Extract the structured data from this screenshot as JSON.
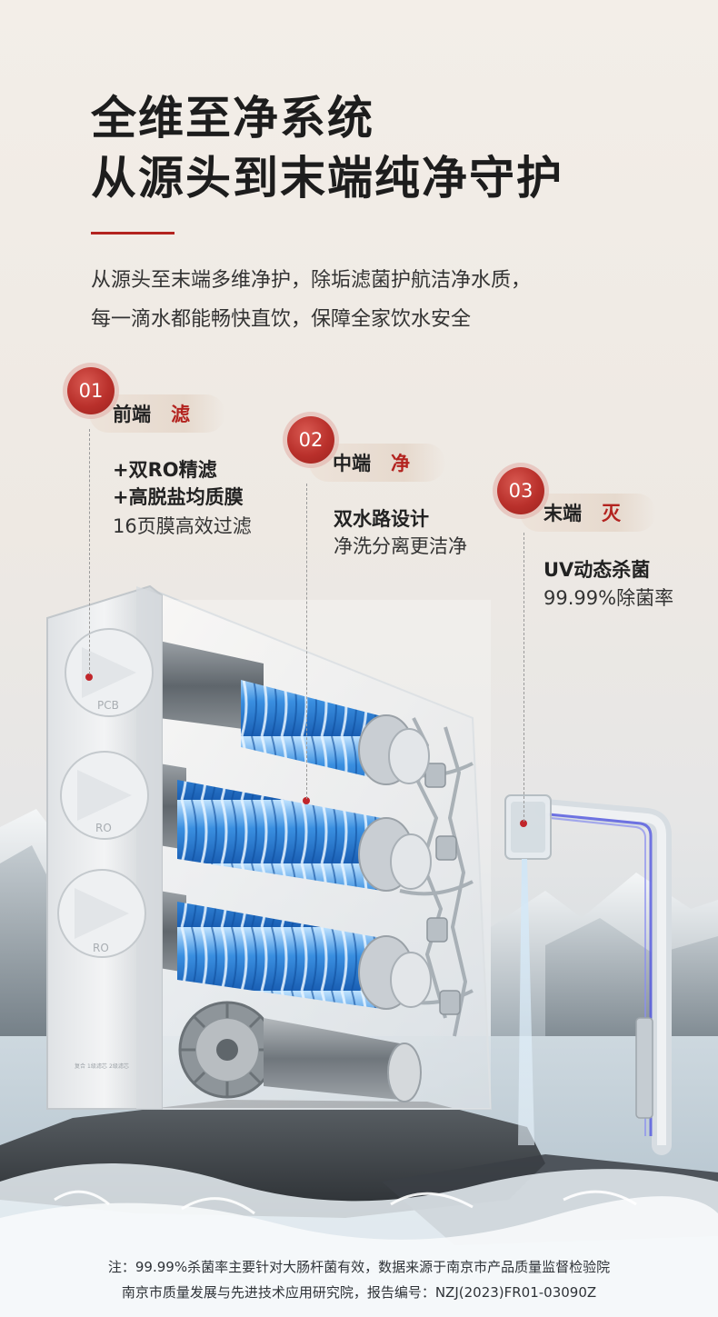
{
  "header": {
    "title_line1": "全维至净系统",
    "title_line2": "从源头到末端纯净守护",
    "intro_line1": "从源头至末端多维净护，除垢滤菌护航洁净水质，",
    "intro_line2": "每一滴水都能畅快直饮，保障全家饮水安全"
  },
  "stages": [
    {
      "num": "01",
      "name": "前端",
      "verb": "滤",
      "bold1": "+双RO精滤",
      "bold2": "+高脱盐均质膜",
      "normal": "16页膜高效过滤"
    },
    {
      "num": "02",
      "name": "中端",
      "verb": "净",
      "bold1": "双水路设计",
      "normal": "净洗分离更洁净"
    },
    {
      "num": "03",
      "name": "末端",
      "verb": "灭",
      "bold1": "UV动态杀菌",
      "normal": "99.99%除菌率"
    }
  ],
  "product": {
    "filter_labels": [
      "PCB",
      "RO",
      "RO"
    ],
    "bottom_labels": [
      "复合",
      "1级滤芯",
      "2级滤芯"
    ]
  },
  "footnote": {
    "line1": "注：99.99%杀菌率主要针对大肠杆菌有效，数据来源于南京市产品质量监督检验院",
    "line2": "南京市质量发展与先进技术应用研究院，报告编号：NZJ(2023)FR01-03090Z"
  },
  "colors": {
    "accent": "#b3231f",
    "water": "#3a8fe0",
    "text": "#1d1d1d"
  }
}
